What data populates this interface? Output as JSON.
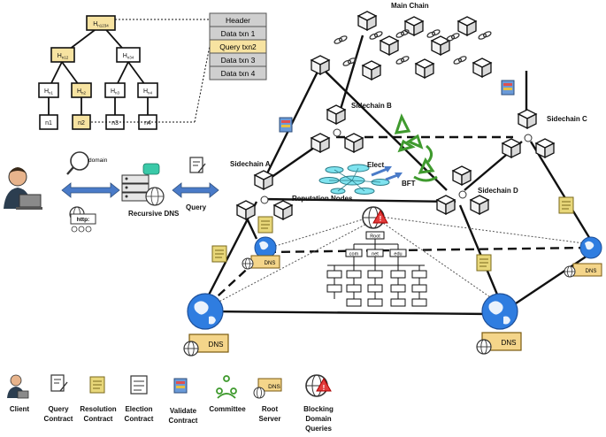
{
  "merkle": {
    "root": "H",
    "root_sub": "n1234",
    "left": "H",
    "left_sub": "n12",
    "right": "H",
    "right_sub": "n34",
    "h1": "H",
    "h1_sub": "n1",
    "h2": "H",
    "h2_sub": "n2",
    "h3": "H",
    "h3_sub": "n3",
    "h4": "H",
    "h4_sub": "n4",
    "leaves": [
      "n1",
      "n2",
      "n3",
      "n4"
    ]
  },
  "block_table": [
    "Header",
    "Data txn 1",
    "Query txn2",
    "Data txn 3",
    "Data txn 4"
  ],
  "labels": {
    "main_chain": "Main Chain",
    "sidechain_a": "Sidechain A",
    "sidechain_b": "Sidechain B",
    "sidechain_c": "Sidechain C",
    "sidechain_d": "Sidechain D",
    "elect": "Elect",
    "bft": "BFT",
    "reputation_nodes": "Reputation Nodes",
    "recursive_dns": "Recursive DNS",
    "query": "Query",
    "domain": "domain",
    "http": "http:",
    "root": "Root",
    "com": "com",
    "net": "net",
    "edu": "edu",
    "dns": "DNS"
  },
  "legend": [
    {
      "icon": "client-icon",
      "lines": [
        "Client"
      ]
    },
    {
      "icon": "query-contract-icon",
      "lines": [
        "Query",
        "Contract"
      ]
    },
    {
      "icon": "resolution-contract-icon",
      "lines": [
        "Resolution",
        "Contract"
      ]
    },
    {
      "icon": "election-contract-icon",
      "lines": [
        "Election",
        "Contract"
      ]
    },
    {
      "icon": "validate-contract-icon",
      "lines": [
        "Validate",
        "Contract"
      ]
    },
    {
      "icon": "committee-icon",
      "lines": [
        "Committee"
      ]
    },
    {
      "icon": "root-server-icon",
      "lines": [
        "Root",
        "Server"
      ]
    },
    {
      "icon": "blocking-icon",
      "lines": [
        "Blocking",
        "Domain",
        "Queries"
      ]
    }
  ],
  "colors": {
    "highlight": "#f7e3a1",
    "table_gray": "#cfcfcf",
    "arrow_blue": "#4a7bc8",
    "globe_blue": "#2f7de0",
    "committee_green": "#3f9a2e",
    "contract_yellow": "#e8d77a",
    "node_cyan": "#7fe3ef"
  }
}
